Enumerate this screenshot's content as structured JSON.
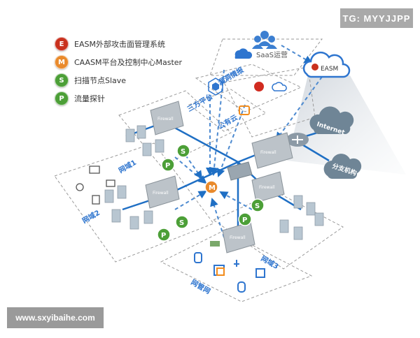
{
  "watermark": {
    "tg": "TG: MYYJJPP",
    "url": "www.sxyibaihe.com"
  },
  "legend": [
    {
      "badge": "E",
      "label": "EASM外部攻击面管理系统",
      "color": "#c9311e"
    },
    {
      "badge": "M",
      "label": "CAASM平台及控制中心Master",
      "color": "#e98a2c"
    },
    {
      "badge": "S",
      "label": "扫描节点Slave",
      "color": "#4c9f37"
    },
    {
      "badge": "P",
      "label": "流量探针",
      "color": "#4c9f37"
    }
  ],
  "nodes": {
    "saas": "SaaS运营",
    "easm": "EASM",
    "internet": "Internet",
    "branch": "分支机构",
    "vuln_intel": "漏洞情报",
    "third_party": "三方平台",
    "public_cloud": "公有云",
    "zone1": "网域1",
    "zone2": "网域2",
    "zone3": "网域3",
    "hall": "网管网",
    "firewall": "Firewall",
    "master": "M",
    "slave": "S",
    "probe": "P"
  },
  "colors": {
    "link": "#1f6fc4",
    "dashed": "#4d8ad0",
    "zone_border": "#9a9a9a"
  }
}
